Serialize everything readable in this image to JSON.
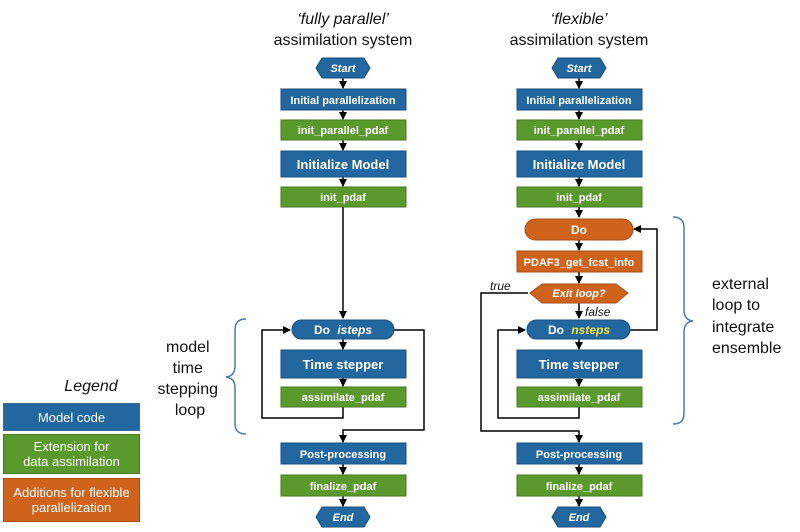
{
  "titles": {
    "left_quote": "‘fully parallel’",
    "left_sub": "assimilation system",
    "right_quote": "‘flexible’",
    "right_sub": "assimilation system"
  },
  "left": {
    "start": "Start",
    "initial_parallelization": "Initial parallelization",
    "init_parallel_pdaf": "init_parallel_pdaf",
    "initialize_model": "Initialize Model",
    "init_pdaf": "init_pdaf",
    "do_prefix": "Do",
    "do_var": "isteps",
    "time_stepper": "Time stepper",
    "assimilate_pdaf": "assimilate_pdaf",
    "post_processing": "Post-processing",
    "finalize_pdaf": "finalize_pdaf",
    "end": "End"
  },
  "right": {
    "start": "Start",
    "initial_parallelization": "Initial parallelization",
    "init_parallel_pdaf": "init_parallel_pdaf",
    "initialize_model": "Initialize Model",
    "init_pdaf": "init_pdaf",
    "do": "Do",
    "get_fcst_info": "PDAF3_get_fcst_info",
    "exit_loop": "Exit loop?",
    "true_label": "true",
    "false_label": "false",
    "do_prefix": "Do",
    "do_var": "nsteps",
    "time_stepper": "Time stepper",
    "assimilate_pdaf": "assimilate_pdaf",
    "post_processing": "Post-processing",
    "finalize_pdaf": "finalize_pdaf",
    "end": "End"
  },
  "side_labels": {
    "model_loop": [
      "model",
      "time",
      "stepping",
      "loop"
    ],
    "external_loop": [
      "external",
      "loop to",
      "integrate",
      "ensemble"
    ]
  },
  "legend": {
    "title": "Legend",
    "model_code": "Model code",
    "extension_line1": "Extension for",
    "extension_line2": "data assimilation",
    "additions_line1": "Additions for flexible",
    "additions_line2": "parallelization"
  },
  "colors": {
    "blue": "#2267a0",
    "green": "#5a9a2c",
    "orange": "#d0631b",
    "yellow_var": "#f2e23a",
    "bracket": "#4a78b5"
  }
}
